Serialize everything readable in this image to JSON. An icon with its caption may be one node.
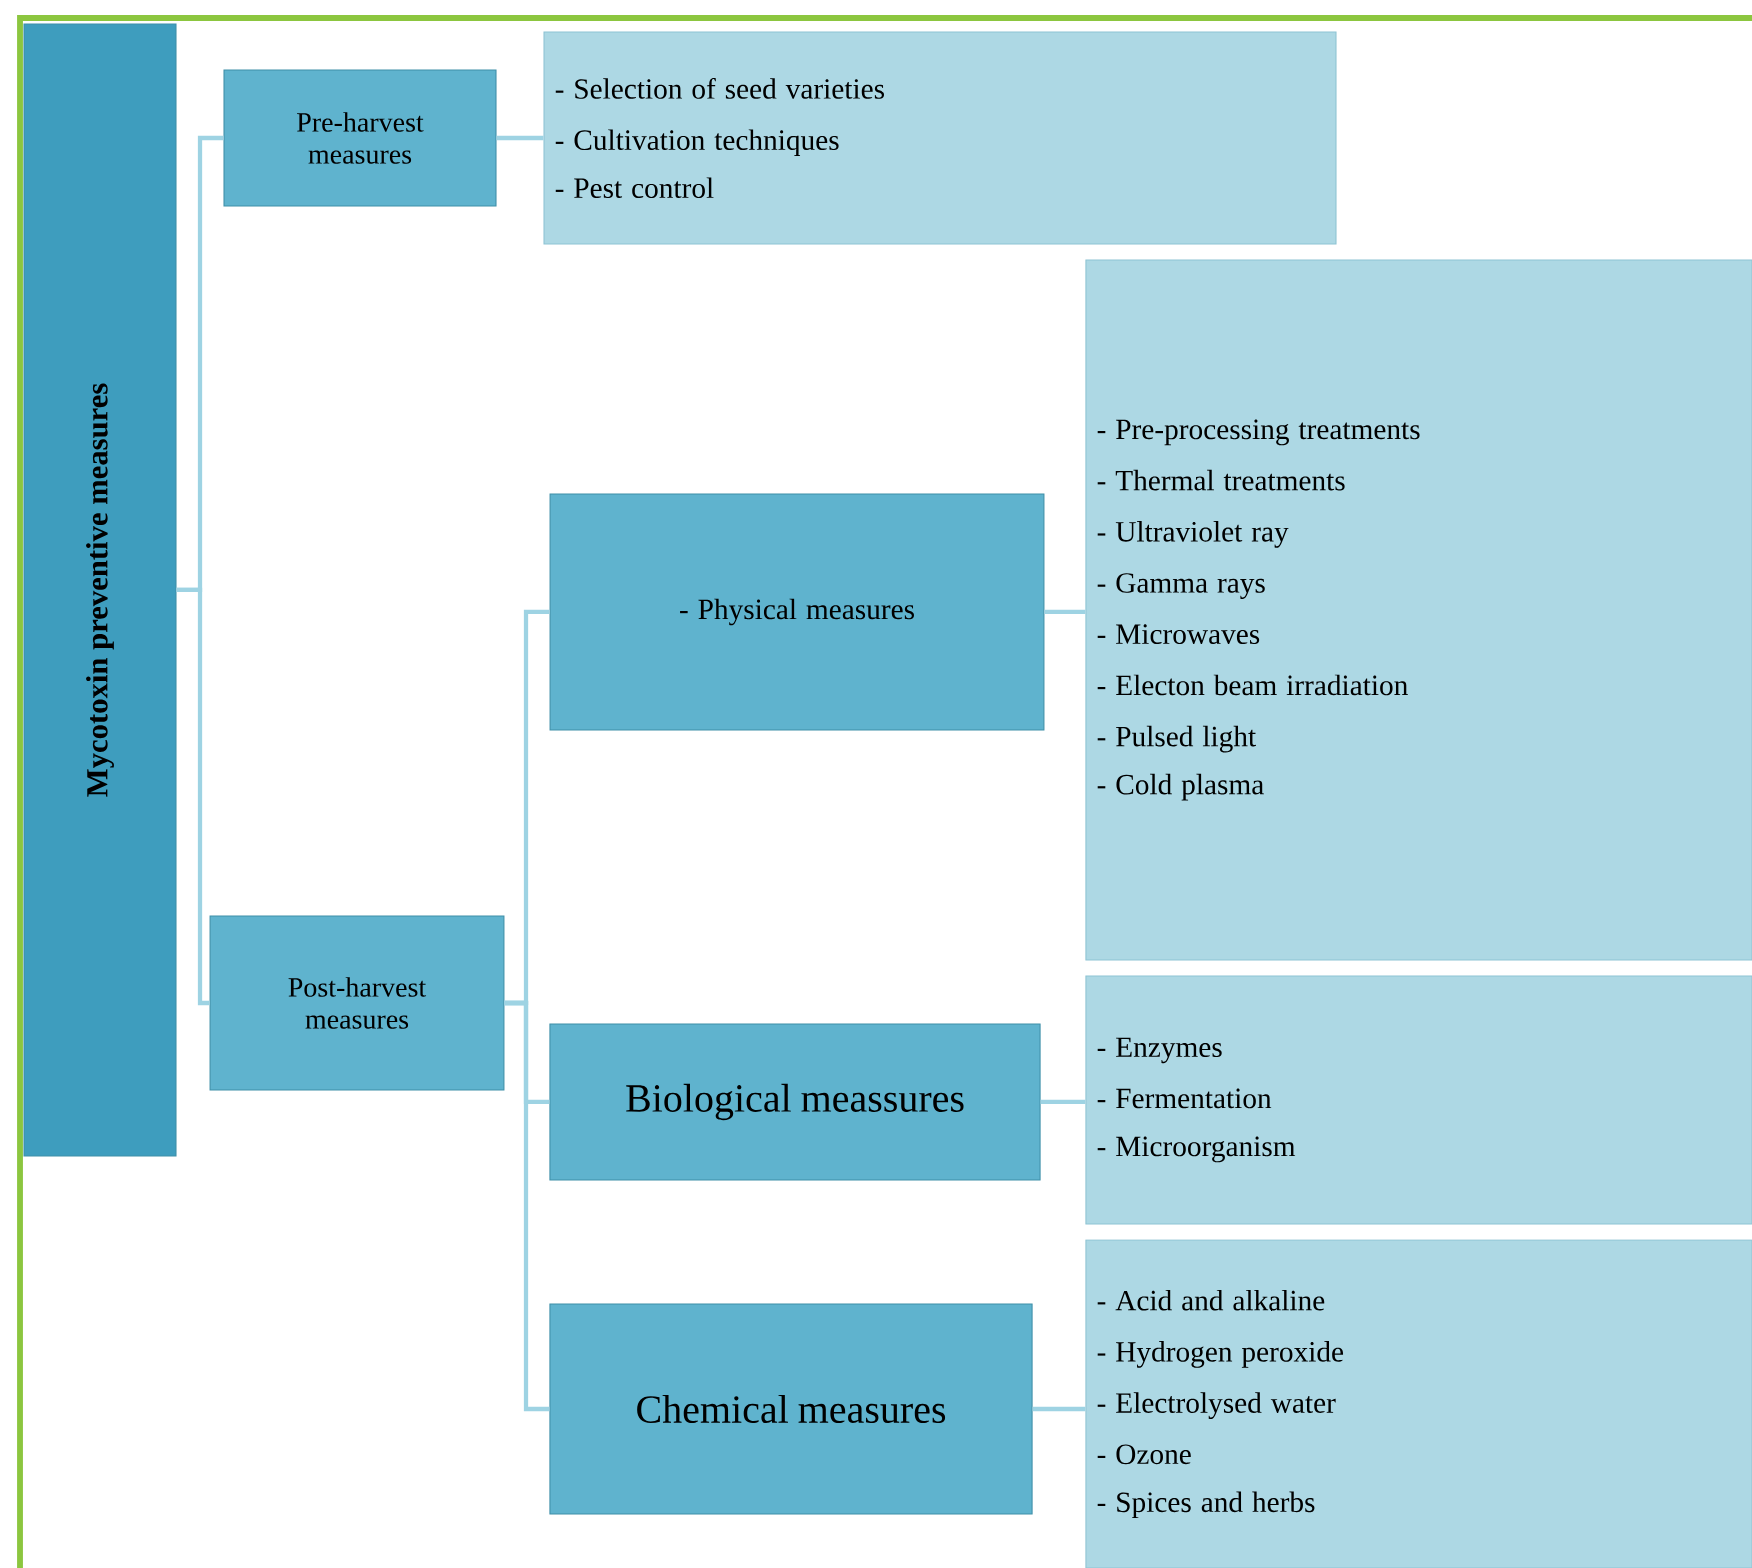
{
  "diagram": {
    "nodes": [
      {
        "text": [
          "Mycotoxin preventive measures"
        ]
      },
      {
        "text": [
          "Pre-harvest measures"
        ]
      },
      {
        "text": [
          "- Selection of seed varieties",
          "- Cultivation techniques",
          "- Pest control"
        ]
      },
      {
        "text": [
          "Post-harvest measures"
        ]
      },
      {
        "text": [
          "- Physical measures"
        ]
      },
      {
        "text": [
          "- Pre-processing treatments",
          "- Thermal treatments",
          "- Ultraviolet ray",
          "- Gamma rays",
          "- Microwaves",
          "- Electon beam irradiation",
          "- Pulsed light",
          "- Cold plasma"
        ]
      },
      {
        "text": [
          "Biological meassures"
        ]
      },
      {
        "text": [
          "- Enzymes",
          "- Fermentation",
          "- Microorganism"
        ]
      },
      {
        "text": [
          "Chemical measures"
        ]
      },
      {
        "text": [
          "- Acid and alkaline",
          "- Hydrogen peroxide",
          "- Electrolysed water",
          "- Ozone",
          "- Spices and herbs"
        ]
      }
    ],
    "edges": [
      {
        "from": 0,
        "to": 1,
        "arrow": "none"
      },
      {
        "from": 0,
        "to": 3,
        "arrow": "none"
      },
      {
        "from": 1,
        "to": 2,
        "arrow": "none"
      },
      {
        "from": 3,
        "to": 4,
        "arrow": "none"
      },
      {
        "from": 3,
        "to": 6,
        "arrow": "none"
      },
      {
        "from": 3,
        "to": 8,
        "arrow": "none"
      },
      {
        "from": 4,
        "to": 5,
        "arrow": "none"
      },
      {
        "from": 6,
        "to": 7,
        "arrow": "none"
      },
      {
        "from": 8,
        "to": 9,
        "arrow": "none"
      }
    ]
  }
}
